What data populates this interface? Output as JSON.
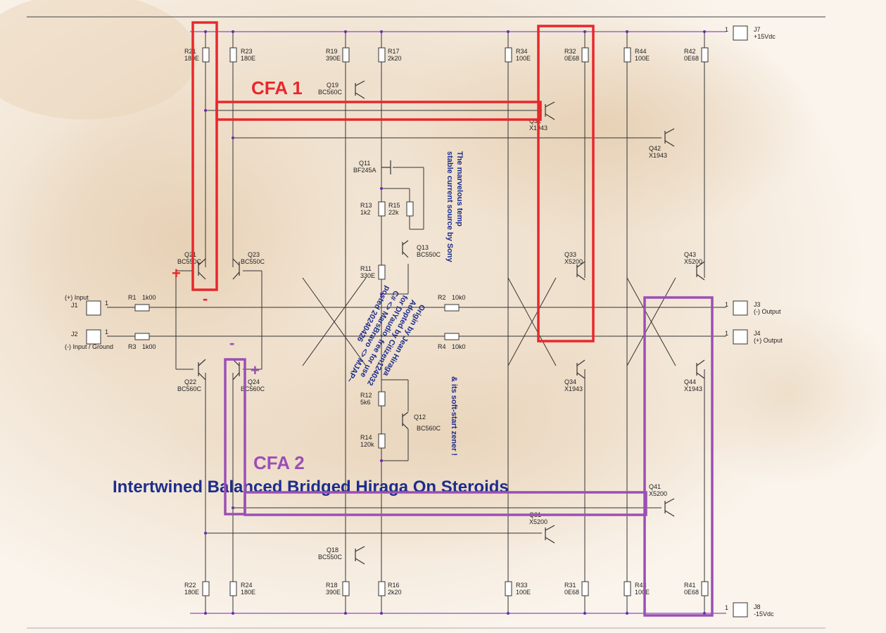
{
  "title": "Intertwined Balanced Bridged Hiraga On Steroids",
  "annotations": {
    "cfa1": "CFA 1",
    "cfa2": "CFA 2",
    "plus1": "+",
    "minus1": "-",
    "minus2": "-",
    "plus2": "+",
    "note_source": [
      "The marvelous temp",
      "stable current source by Sony"
    ],
    "note_zener": "& its soft-start zener !",
    "note_origin": [
      "Origin by Jean Hiraga",
      "Adopted by Citizen124032",
      "for DIYaudio, free for use",
      "C# <> MarsBravo <> MJAP~",
      "posted 20240426"
    ]
  },
  "colors": {
    "cfa1": "#e8272c",
    "cfa2": "#9b4fb5",
    "text_blue": "#1d2d8c",
    "wire": "#333333"
  },
  "resistors": [
    {
      "id": "r21",
      "ref": "R21",
      "val": "180E"
    },
    {
      "id": "r23",
      "ref": "R23",
      "val": "180E"
    },
    {
      "id": "r19",
      "ref": "R19",
      "val": "390E"
    },
    {
      "id": "r17",
      "ref": "R17",
      "val": "2k20"
    },
    {
      "id": "r34",
      "ref": "R34",
      "val": "100E"
    },
    {
      "id": "r32",
      "ref": "R32",
      "val": "0E68"
    },
    {
      "id": "r44",
      "ref": "R44",
      "val": "100E"
    },
    {
      "id": "r42",
      "ref": "R42",
      "val": "0E68"
    },
    {
      "id": "r13",
      "ref": "R13",
      "val": "1k2"
    },
    {
      "id": "r15",
      "ref": "R15",
      "val": "22k"
    },
    {
      "id": "r11",
      "ref": "R11",
      "val": "330E"
    },
    {
      "id": "r12",
      "ref": "R12",
      "val": "5k6"
    },
    {
      "id": "r14",
      "ref": "R14",
      "val": "120k"
    },
    {
      "id": "r22",
      "ref": "R22",
      "val": "180E"
    },
    {
      "id": "r24",
      "ref": "R24",
      "val": "180E"
    },
    {
      "id": "r18",
      "ref": "R18",
      "val": "390E"
    },
    {
      "id": "r16",
      "ref": "R16",
      "val": "2k20"
    },
    {
      "id": "r33",
      "ref": "R33",
      "val": "100E"
    },
    {
      "id": "r31",
      "ref": "R31",
      "val": "0E68"
    },
    {
      "id": "r43",
      "ref": "R43",
      "val": "100E"
    },
    {
      "id": "r41",
      "ref": "R41",
      "val": "0E68"
    },
    {
      "id": "r1",
      "ref": "R1",
      "val": "1k00"
    },
    {
      "id": "r3",
      "ref": "R3",
      "val": "1k00"
    },
    {
      "id": "r2",
      "ref": "R2",
      "val": "10k0"
    },
    {
      "id": "r4",
      "ref": "R4",
      "val": "10k0"
    }
  ],
  "transistors": [
    {
      "id": "q19",
      "ref": "Q19",
      "val": "BC560C"
    },
    {
      "id": "q32",
      "ref": "Q32",
      "val": "X1943"
    },
    {
      "id": "q42",
      "ref": "Q42",
      "val": "X1943"
    },
    {
      "id": "q11",
      "ref": "Q11",
      "val": "BF245A"
    },
    {
      "id": "q13",
      "ref": "Q13",
      "val": "BC550C"
    },
    {
      "id": "q21",
      "ref": "Q21",
      "val": "BC550C"
    },
    {
      "id": "q23",
      "ref": "Q23",
      "val": "BC550C"
    },
    {
      "id": "q33",
      "ref": "Q33",
      "val": "X5200"
    },
    {
      "id": "q43",
      "ref": "Q43",
      "val": "X5200"
    },
    {
      "id": "q22",
      "ref": "Q22",
      "val": "BC560C"
    },
    {
      "id": "q24",
      "ref": "Q24",
      "val": "BC560C"
    },
    {
      "id": "q34",
      "ref": "Q34",
      "val": "X1943"
    },
    {
      "id": "q44",
      "ref": "Q44",
      "val": "X1943"
    },
    {
      "id": "q12",
      "ref": "Q12",
      "val": "BC560C"
    },
    {
      "id": "q41",
      "ref": "Q41",
      "val": "X5200"
    },
    {
      "id": "q31",
      "ref": "Q31",
      "val": "X5200"
    },
    {
      "id": "q18",
      "ref": "Q18",
      "val": "BC550C"
    }
  ],
  "connectors": [
    {
      "id": "j7",
      "ref": "J7",
      "desc": "+15Vdc",
      "pin": "1"
    },
    {
      "id": "j1",
      "ref": "J1",
      "desc": "(+) Input",
      "pin": "1"
    },
    {
      "id": "j2",
      "ref": "J2",
      "desc": "(-) Input / Ground",
      "pin": "1"
    },
    {
      "id": "j3",
      "ref": "J3",
      "desc": "(-) Output",
      "pin": "1"
    },
    {
      "id": "j4",
      "ref": "J4",
      "desc": "(+) Output",
      "pin": "1"
    },
    {
      "id": "j8",
      "ref": "J8",
      "desc": "-15Vdc",
      "pin": "1"
    }
  ]
}
